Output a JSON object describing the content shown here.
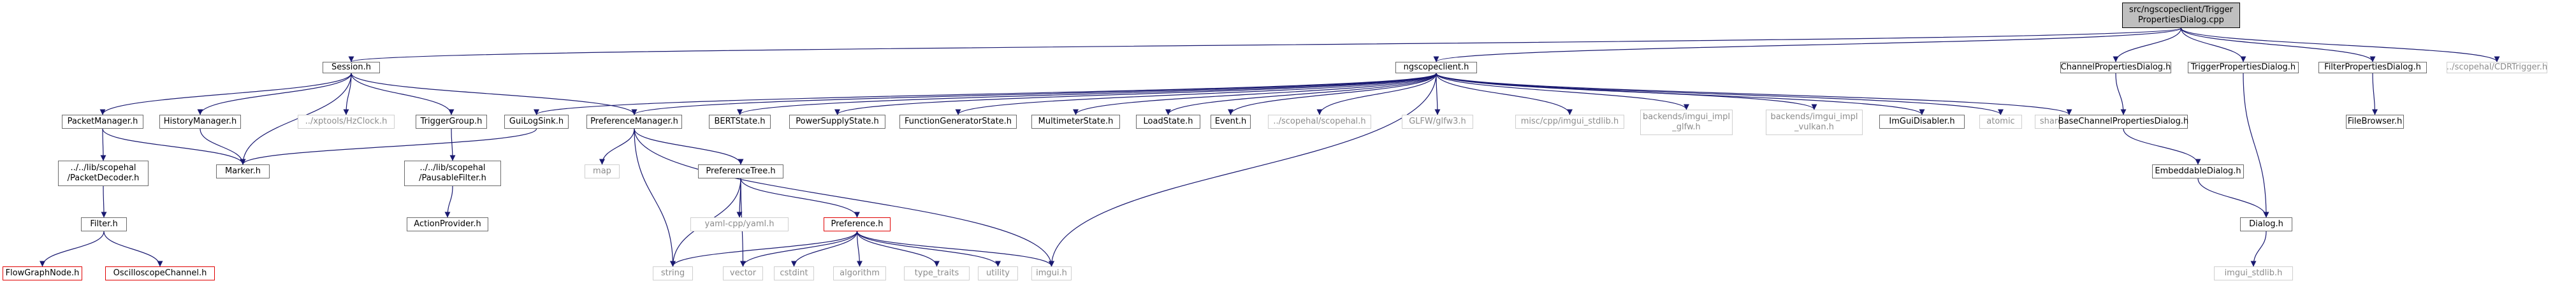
{
  "graph": {
    "title": "Include dependency graph",
    "nodes": {
      "root": {
        "lines": [
          "src/ngscopeclient/Trigger",
          "PropertiesDialog.cpp"
        ],
        "style": "hl"
      },
      "session": {
        "lines": [
          "Session.h"
        ],
        "style": "link"
      },
      "ngscope": {
        "lines": [
          "ngscopeclient.h"
        ],
        "style": "link"
      },
      "chanprop": {
        "lines": [
          "ChannelPropertiesDialog.h"
        ],
        "style": "link"
      },
      "trigprop": {
        "lines": [
          "TriggerPropertiesDialog.h"
        ],
        "style": "link"
      },
      "filtprop": {
        "lines": [
          "FilterPropertiesDialog.h"
        ],
        "style": "link"
      },
      "cdr": {
        "lines": [
          "../scopehal/CDRTrigger.h"
        ],
        "style": "ghost"
      },
      "packetmgr": {
        "lines": [
          "PacketManager.h"
        ],
        "style": "link"
      },
      "historymgr": {
        "lines": [
          "HistoryManager.h"
        ],
        "style": "link"
      },
      "hzclock": {
        "lines": [
          "../xptools/HzClock.h"
        ],
        "style": "ghost"
      },
      "triggergroup": {
        "lines": [
          "TriggerGroup.h"
        ],
        "style": "link"
      },
      "guilogsink": {
        "lines": [
          "GuiLogSink.h"
        ],
        "style": "link"
      },
      "prefmgr": {
        "lines": [
          "PreferenceManager.h"
        ],
        "style": "link"
      },
      "bertstate": {
        "lines": [
          "BERTState.h"
        ],
        "style": "link"
      },
      "psustate": {
        "lines": [
          "PowerSupplyState.h"
        ],
        "style": "link"
      },
      "fgstate": {
        "lines": [
          "FunctionGeneratorState.h"
        ],
        "style": "link"
      },
      "mmstate": {
        "lines": [
          "MultimeterState.h"
        ],
        "style": "link"
      },
      "loadstate": {
        "lines": [
          "LoadState.h"
        ],
        "style": "link"
      },
      "event": {
        "lines": [
          "Event.h"
        ],
        "style": "link"
      },
      "scopehal": {
        "lines": [
          "../scopehal/scopehal.h"
        ],
        "style": "ghost"
      },
      "glfw": {
        "lines": [
          "GLFW/glfw3.h"
        ],
        "style": "ghost"
      },
      "stdlib": {
        "lines": [
          "misc/cpp/imgui_stdlib.h"
        ],
        "style": "ghost"
      },
      "glfwimpl": {
        "lines": [
          "backends/imgui_impl",
          "_glfw.h"
        ],
        "style": "ghost"
      },
      "vulkanimpl": {
        "lines": [
          "backends/imgui_impl",
          "_vulkan.h"
        ],
        "style": "ghost"
      },
      "disabler": {
        "lines": [
          "ImGuiDisabler.h"
        ],
        "style": "link"
      },
      "atomic": {
        "lines": [
          "atomic"
        ],
        "style": "ghost"
      },
      "sharedmutex": {
        "lines": [
          "shared_mutex"
        ],
        "style": "ghost"
      },
      "basechan": {
        "lines": [
          "BaseChannelPropertiesDialog.h"
        ],
        "style": "link"
      },
      "filebrowser": {
        "lines": [
          "FileBrowser.h"
        ],
        "style": "link"
      },
      "packetdecoder": {
        "lines": [
          "../../lib/scopehal",
          "/PacketDecoder.h"
        ],
        "style": "link"
      },
      "marker": {
        "lines": [
          "Marker.h"
        ],
        "style": "link"
      },
      "pausable": {
        "lines": [
          "../../lib/scopehal",
          "/PausableFilter.h"
        ],
        "style": "link"
      },
      "map": {
        "lines": [
          "map"
        ],
        "style": "ghost"
      },
      "preftree": {
        "lines": [
          "PreferenceTree.h"
        ],
        "style": "link"
      },
      "embeddable": {
        "lines": [
          "EmbeddableDialog.h"
        ],
        "style": "link"
      },
      "filter": {
        "lines": [
          "Filter.h"
        ],
        "style": "link"
      },
      "actionprov": {
        "lines": [
          "ActionProvider.h"
        ],
        "style": "link"
      },
      "yaml": {
        "lines": [
          "yaml-cpp/yaml.h"
        ],
        "style": "ghost"
      },
      "preference": {
        "lines": [
          "Preference.h"
        ],
        "style": "red"
      },
      "dialog": {
        "lines": [
          "Dialog.h"
        ],
        "style": "link"
      },
      "flowgraph": {
        "lines": [
          "FlowGraphNode.h"
        ],
        "style": "red"
      },
      "oscchan": {
        "lines": [
          "OscilloscopeChannel.h"
        ],
        "style": "red"
      },
      "string": {
        "lines": [
          "string"
        ],
        "style": "ghost"
      },
      "vector": {
        "lines": [
          "vector"
        ],
        "style": "ghost"
      },
      "cstdint": {
        "lines": [
          "cstdint"
        ],
        "style": "ghost"
      },
      "algorithm": {
        "lines": [
          "algorithm"
        ],
        "style": "ghost"
      },
      "typetraits": {
        "lines": [
          "type_traits"
        ],
        "style": "ghost"
      },
      "utility": {
        "lines": [
          "utility"
        ],
        "style": "ghost"
      },
      "imgui": {
        "lines": [
          "imgui.h"
        ],
        "style": "ghost"
      },
      "imguistdlib": {
        "lines": [
          "imgui_stdlib.h"
        ],
        "style": "ghost"
      }
    },
    "edges": [
      [
        "root",
        "session"
      ],
      [
        "root",
        "ngscope"
      ],
      [
        "root",
        "chanprop"
      ],
      [
        "root",
        "trigprop"
      ],
      [
        "root",
        "filtprop"
      ],
      [
        "root",
        "cdr"
      ],
      [
        "session",
        "packetmgr"
      ],
      [
        "session",
        "historymgr"
      ],
      [
        "session",
        "hzclock"
      ],
      [
        "session",
        "triggergroup"
      ],
      [
        "session",
        "prefmgr"
      ],
      [
        "session",
        "marker"
      ],
      [
        "ngscope",
        "guilogsink"
      ],
      [
        "ngscope",
        "prefmgr"
      ],
      [
        "ngscope",
        "bertstate"
      ],
      [
        "ngscope",
        "psustate"
      ],
      [
        "ngscope",
        "fgstate"
      ],
      [
        "ngscope",
        "mmstate"
      ],
      [
        "ngscope",
        "loadstate"
      ],
      [
        "ngscope",
        "event"
      ],
      [
        "ngscope",
        "scopehal"
      ],
      [
        "ngscope",
        "glfw"
      ],
      [
        "ngscope",
        "stdlib"
      ],
      [
        "ngscope",
        "glfwimpl"
      ],
      [
        "ngscope",
        "vulkanimpl"
      ],
      [
        "ngscope",
        "disabler"
      ],
      [
        "ngscope",
        "atomic"
      ],
      [
        "ngscope",
        "sharedmutex"
      ],
      [
        "ngscope",
        "imgui"
      ],
      [
        "chanprop",
        "basechan"
      ],
      [
        "trigprop",
        "dialog"
      ],
      [
        "filtprop",
        "filebrowser"
      ],
      [
        "packetmgr",
        "packetdecoder"
      ],
      [
        "packetmgr",
        "marker"
      ],
      [
        "historymgr",
        "marker"
      ],
      [
        "triggergroup",
        "pausable"
      ],
      [
        "guilogsink",
        "marker"
      ],
      [
        "prefmgr",
        "map"
      ],
      [
        "prefmgr",
        "preftree"
      ],
      [
        "prefmgr",
        "string"
      ],
      [
        "prefmgr",
        "imgui"
      ],
      [
        "basechan",
        "embeddable"
      ],
      [
        "packetdecoder",
        "filter"
      ],
      [
        "pausable",
        "actionprov"
      ],
      [
        "preftree",
        "yaml"
      ],
      [
        "preftree",
        "preference"
      ],
      [
        "preftree",
        "string"
      ],
      [
        "preftree",
        "vector"
      ],
      [
        "embeddable",
        "dialog"
      ],
      [
        "filter",
        "flowgraph"
      ],
      [
        "filter",
        "oscchan"
      ],
      [
        "preference",
        "string"
      ],
      [
        "preference",
        "vector"
      ],
      [
        "preference",
        "cstdint"
      ],
      [
        "preference",
        "algorithm"
      ],
      [
        "preference",
        "typetraits"
      ],
      [
        "preference",
        "utility"
      ],
      [
        "preference",
        "imgui"
      ],
      [
        "dialog",
        "imguistdlib"
      ]
    ]
  }
}
